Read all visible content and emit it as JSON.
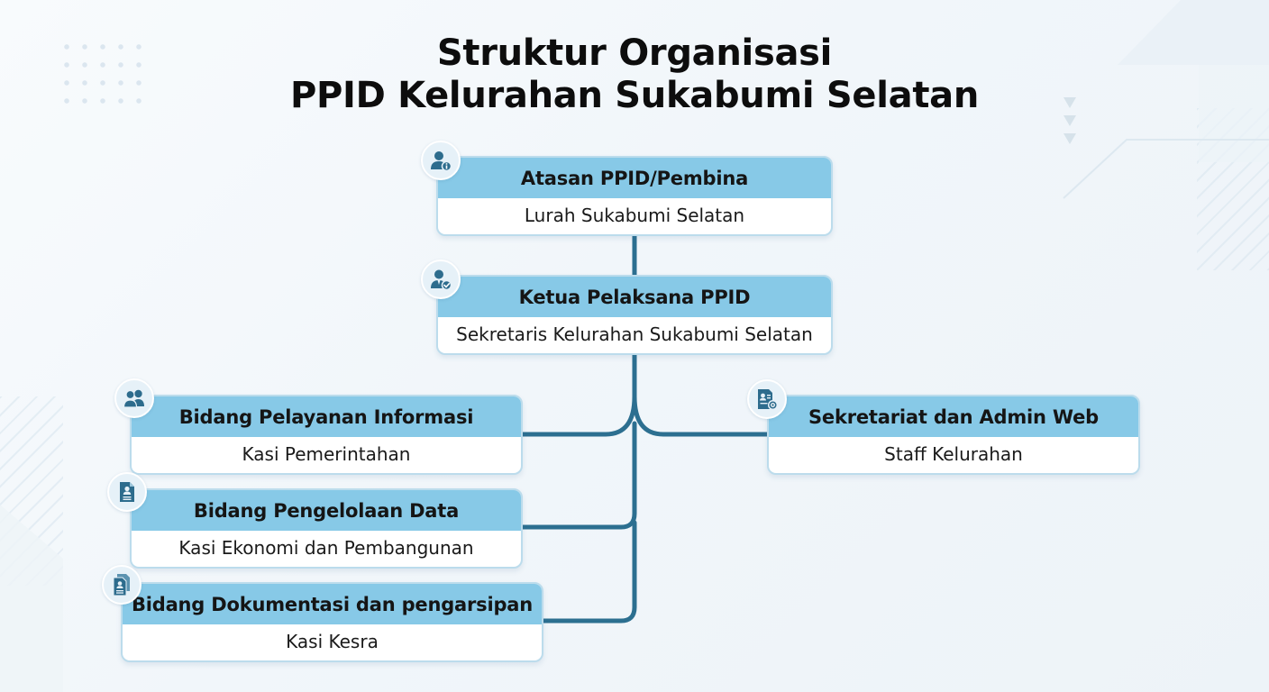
{
  "title": {
    "line1": "Struktur Organisasi",
    "line2": "PPID Kelurahan Sukabumi Selatan"
  },
  "nodes": {
    "atasan": {
      "role": "Atasan PPID/Pembina",
      "holder": "Lurah Sukabumi Selatan",
      "icon": "user-info-icon"
    },
    "ketua": {
      "role": "Ketua Pelaksana PPID",
      "holder": "Sekretaris Kelurahan Sukabumi Selatan",
      "icon": "user-check-icon"
    },
    "pelayanan": {
      "role": "Bidang Pelayanan Informasi",
      "holder": "Kasi Pemerintahan",
      "icon": "users-icon"
    },
    "pengelolaan": {
      "role": "Bidang Pengelolaan Data",
      "holder": "Kasi Ekonomi dan Pembangunan",
      "icon": "document-user-icon"
    },
    "dokumentasi": {
      "role": "Bidang Dokumentasi dan pengarsipan",
      "holder": "Kasi Kesra",
      "icon": "documents-icon"
    },
    "sekretariat": {
      "role": "Sekretariat dan Admin Web",
      "holder": "Staff Kelurahan",
      "icon": "id-card-icon"
    }
  },
  "colors": {
    "header_fill": "#87c9e7",
    "box_border": "#bcdcec",
    "connector": "#2c6f90",
    "icon": "#2d6c8d"
  }
}
